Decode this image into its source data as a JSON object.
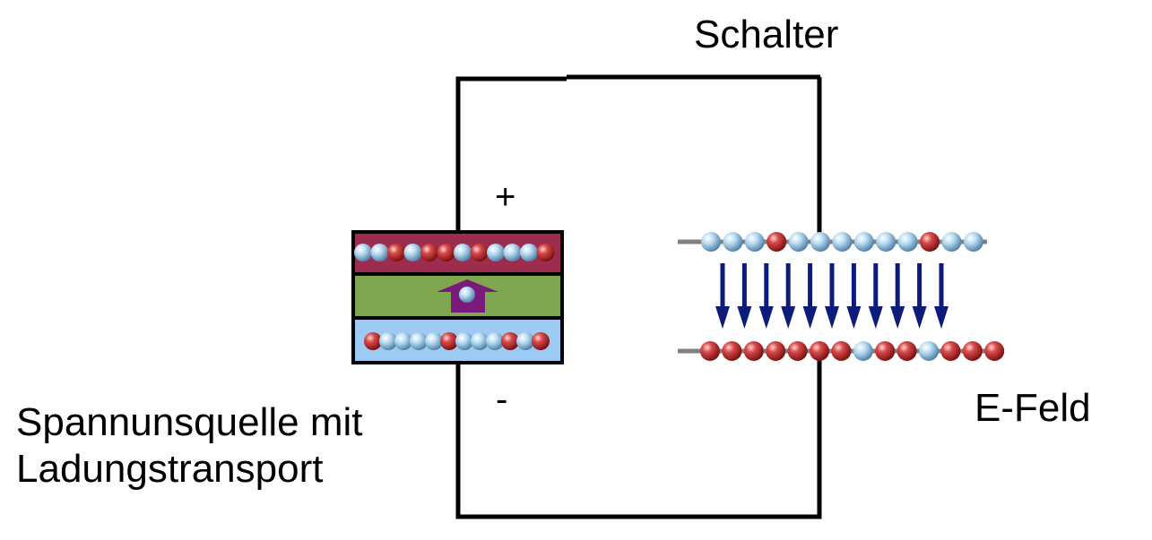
{
  "labels": {
    "switch": "Schalter",
    "plus": "+",
    "minus": "-",
    "source_line1": "Spannunsquelle mit",
    "source_line2": "Ladungstransport",
    "field": "E-Feld"
  },
  "colors": {
    "wire": "#000000",
    "plate_line": "#808080",
    "source_top_layer": "#9c2d4f",
    "source_middle_layer": "#7fa650",
    "source_bottom_layer": "#9ccaf2",
    "transport_arrow": "#7a1a7a",
    "field_arrow": "#0d1b7a",
    "red_charge": "#c8303a",
    "blue_charge": "#a9d3ef"
  },
  "charges": {
    "source_top": [
      "blue",
      "blue",
      "red",
      "blue",
      "red",
      "red",
      "blue",
      "red",
      "blue",
      "blue",
      "blue",
      "red"
    ],
    "source_bottom": [
      "red",
      "blue",
      "blue",
      "blue",
      "blue",
      "red",
      "blue",
      "blue",
      "blue",
      "red",
      "blue",
      "red"
    ],
    "plate_top": [
      "blue",
      "blue",
      "blue",
      "red",
      "blue",
      "blue",
      "blue",
      "blue",
      "blue",
      "blue",
      "red",
      "blue",
      "blue"
    ],
    "plate_bottom": [
      "red",
      "red",
      "red",
      "red",
      "red",
      "red",
      "red",
      "blue",
      "red",
      "red",
      "blue",
      "red",
      "red",
      "red"
    ]
  },
  "field_arrow_count": 11
}
